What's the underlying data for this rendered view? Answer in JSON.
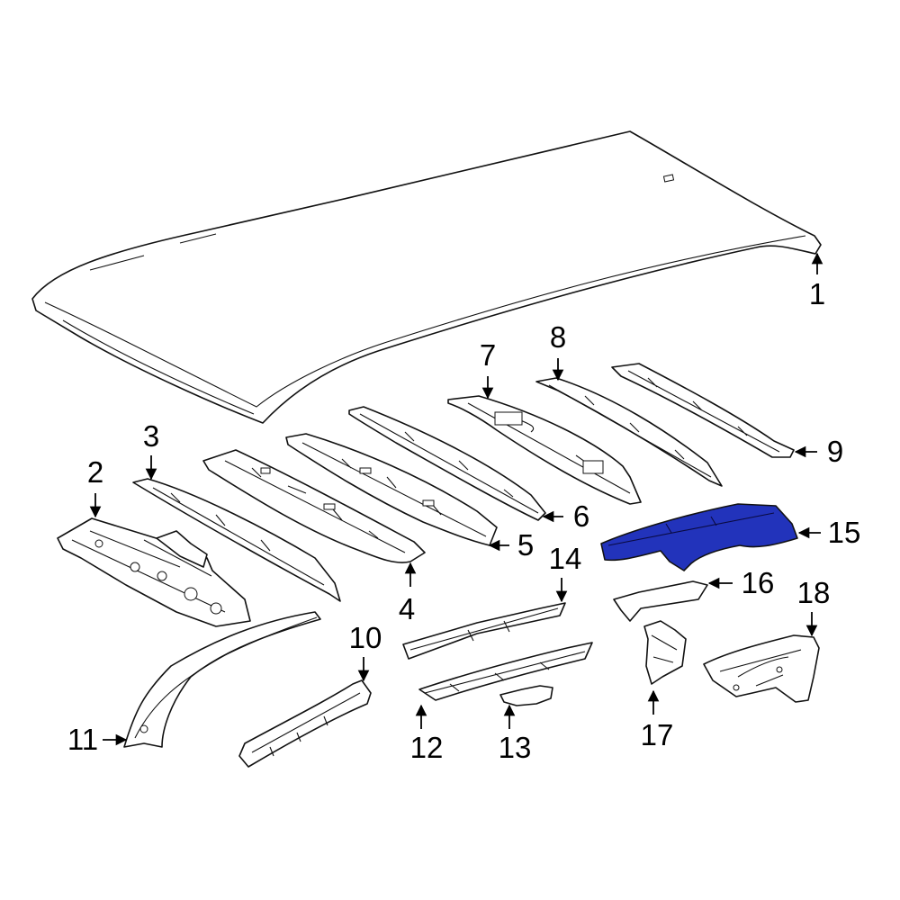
{
  "diagram": {
    "highlight_color": "#2233bb",
    "callouts": [
      {
        "id": "1",
        "text": "1"
      },
      {
        "id": "2",
        "text": "2"
      },
      {
        "id": "3",
        "text": "3"
      },
      {
        "id": "4",
        "text": "4"
      },
      {
        "id": "5",
        "text": "5"
      },
      {
        "id": "6",
        "text": "6"
      },
      {
        "id": "7",
        "text": "7"
      },
      {
        "id": "8",
        "text": "8"
      },
      {
        "id": "9",
        "text": "9"
      },
      {
        "id": "10",
        "text": "10"
      },
      {
        "id": "11",
        "text": "11"
      },
      {
        "id": "12",
        "text": "12"
      },
      {
        "id": "13",
        "text": "13"
      },
      {
        "id": "14",
        "text": "14"
      },
      {
        "id": "15",
        "text": "15"
      },
      {
        "id": "16",
        "text": "16"
      },
      {
        "id": "17",
        "text": "17"
      },
      {
        "id": "18",
        "text": "18"
      }
    ]
  }
}
